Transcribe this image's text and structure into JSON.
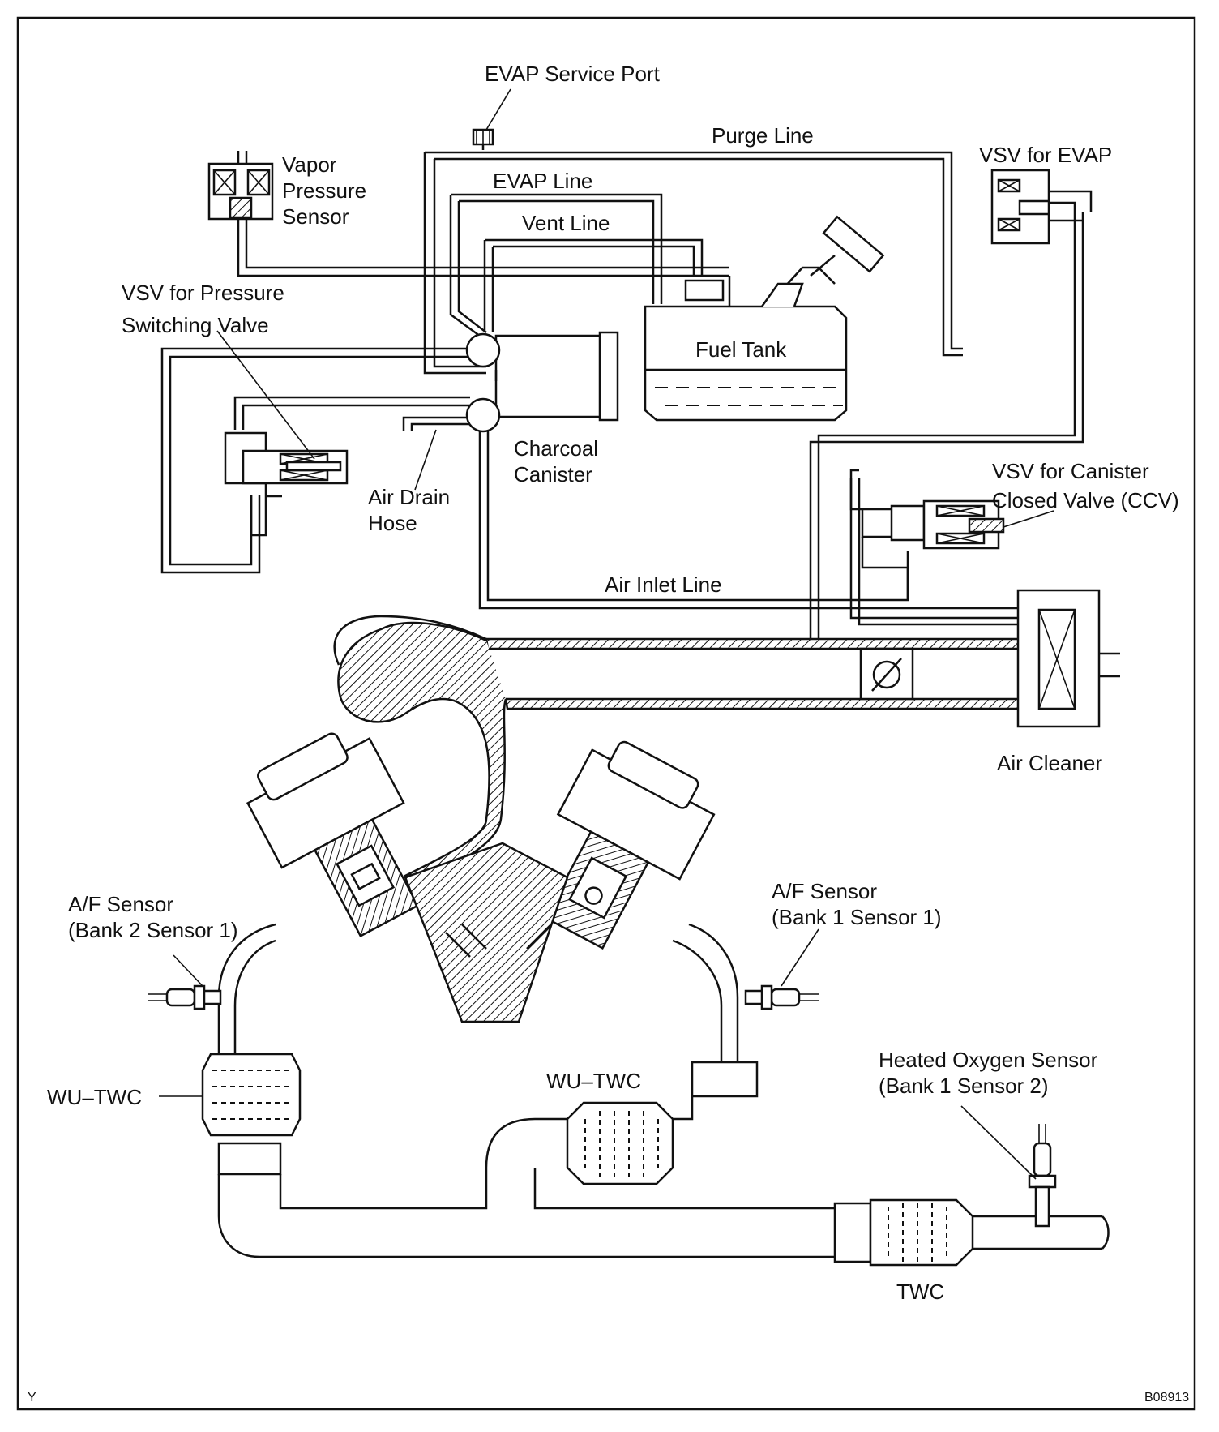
{
  "labels": {
    "evap_service_port": "EVAP Service Port",
    "purge_line": "Purge Line",
    "vapor_pressure_sensor": [
      "Vapor",
      "Pressure",
      "Sensor"
    ],
    "evap_line": "EVAP Line",
    "vsv_for_evap": "VSV for EVAP",
    "vent_line": "Vent Line",
    "vsv_pressure_switching_valve": [
      "VSV for Pressure",
      "Switching Valve"
    ],
    "fuel_tank": "Fuel Tank",
    "charcoal_canister": [
      "Charcoal",
      "Canister"
    ],
    "vsv_canister_closed_valve": [
      "VSV for Canister",
      "Closed Valve (CCV)"
    ],
    "air_drain_hose": [
      "Air Drain",
      "Hose"
    ],
    "air_inlet_line": "Air Inlet Line",
    "air_cleaner": "Air Cleaner",
    "af_sensor_bank2": [
      "A/F Sensor",
      "(Bank 2 Sensor 1)"
    ],
    "af_sensor_bank1": [
      "A/F Sensor",
      "(Bank 1 Sensor 1)"
    ],
    "wu_twc_left": "WU–TWC",
    "wu_twc_center": "WU–TWC",
    "heated_oxygen_sensor": [
      "Heated Oxygen Sensor",
      "(Bank 1 Sensor 2)"
    ],
    "twc": "TWC"
  },
  "footer": {
    "corner_left": "Y",
    "corner_right": "B08913"
  }
}
